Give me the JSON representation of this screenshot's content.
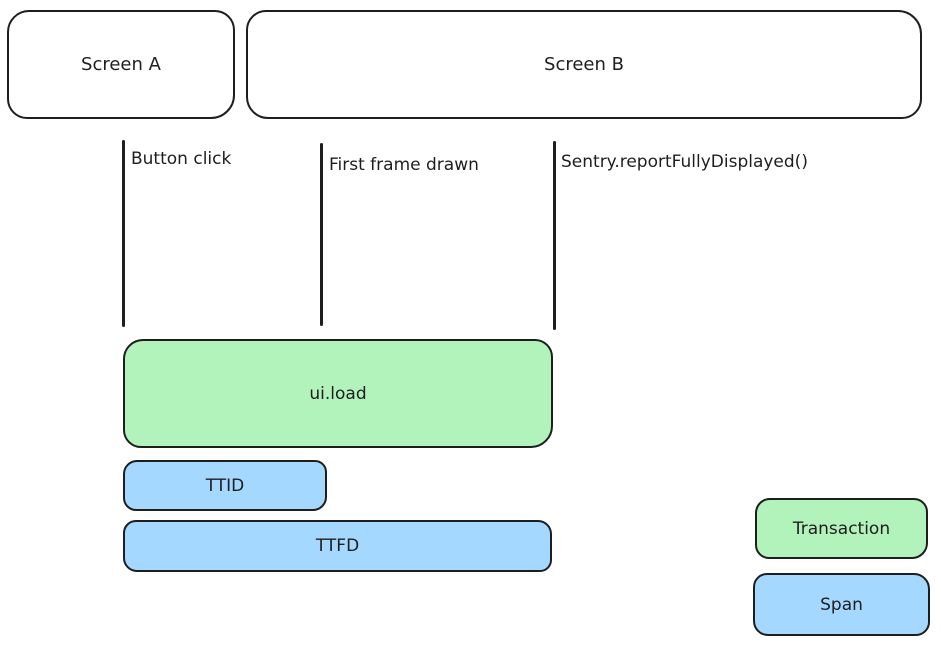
{
  "screens": [
    {
      "label": "Screen A"
    },
    {
      "label": "Screen B"
    }
  ],
  "events": [
    {
      "label": "Button click"
    },
    {
      "label": "First frame drawn"
    },
    {
      "label": "Sentry.reportFullyDisplayed()"
    }
  ],
  "bars": [
    {
      "label": "ui.load",
      "kind": "transaction"
    },
    {
      "label": "TTID",
      "kind": "span"
    },
    {
      "label": "TTFD",
      "kind": "span"
    }
  ],
  "legend": [
    {
      "label": "Transaction",
      "kind": "transaction"
    },
    {
      "label": "Span",
      "kind": "span"
    }
  ],
  "colors": {
    "stroke": "#1e1e1e",
    "transaction_fill": "#b2f2bb",
    "span_fill": "#a5d8ff",
    "background": "#ffffff"
  }
}
